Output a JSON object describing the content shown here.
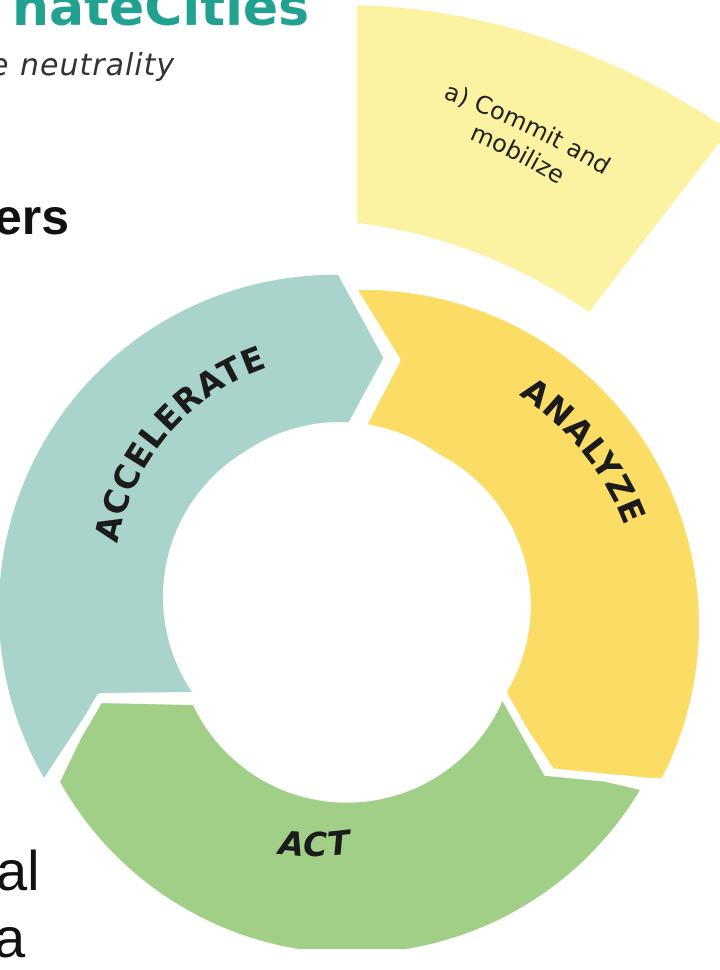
{
  "logo": {
    "title": "nateCities",
    "tagline": "e neutrality"
  },
  "heading_fragment": "ers",
  "body_fragments": [
    "al",
    "a"
  ],
  "cycle": {
    "segments": [
      {
        "label": "ANALYZE",
        "color": "#fbdd66"
      },
      {
        "label": "ACT",
        "color": "#a2cf87"
      },
      {
        "label": "ACCELERATE",
        "color": "#a9d4cb"
      }
    ],
    "wedge": {
      "line1": "a) Commit and",
      "line2": "mobilize",
      "color": "#fbf3a2"
    }
  },
  "colors": {
    "logo_teal": "#21a190",
    "text_dark": "#111111"
  }
}
